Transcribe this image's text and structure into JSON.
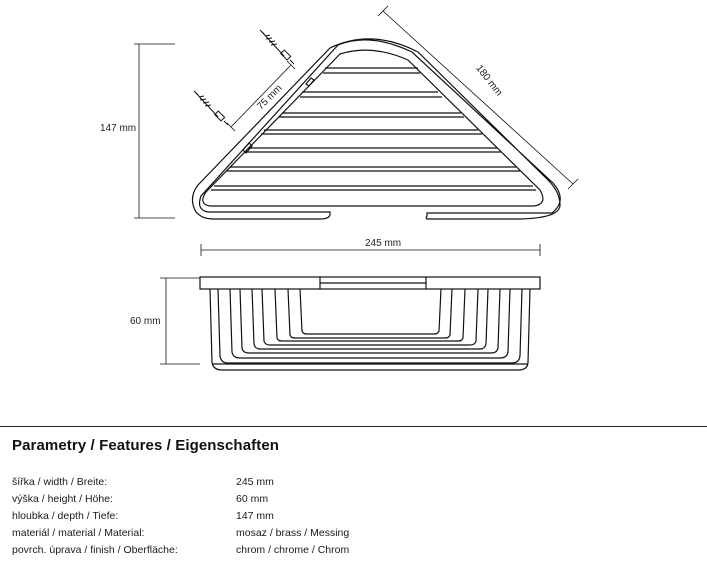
{
  "drawing": {
    "top_view": {
      "depth_label": "147 mm",
      "mount_spacing_label": "75 mm",
      "side_length_label": "180 mm"
    },
    "front_view": {
      "width_label": "245 mm",
      "height_label": "60 mm"
    }
  },
  "features": {
    "heading": "Parametry / Features / Eigenschaften",
    "rows": [
      {
        "label": "šířka / width / Breite:",
        "value": "245 mm"
      },
      {
        "label": "výška / height / Höhe:",
        "value": "60 mm"
      },
      {
        "label": "hloubka / depth / Tiefe:",
        "value": "147 mm"
      },
      {
        "label": "materiál / material / Material:",
        "value": "mosaz / brass / Messing"
      },
      {
        "label": "povrch. úprava / finish / Oberfläche:",
        "value": "chrom / chrome / Chrom"
      }
    ]
  }
}
